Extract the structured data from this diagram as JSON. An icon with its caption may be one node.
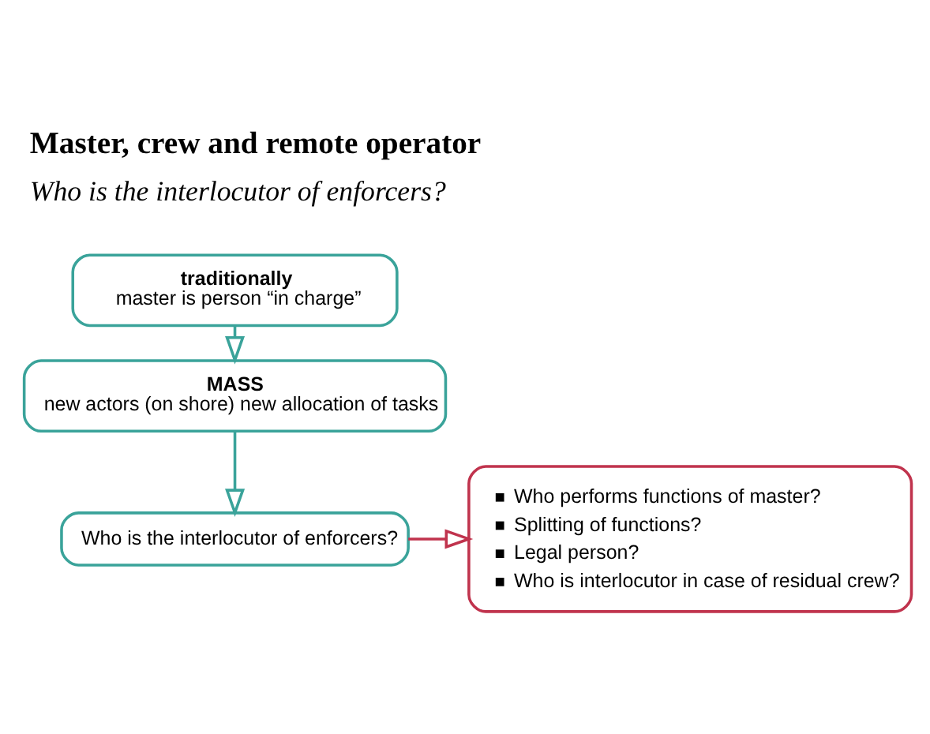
{
  "diagram": {
    "title": "Master, crew and remote operator",
    "nodes": [
      {
        "text": [
          "traditionally",
          "master is person “in charge”"
        ]
      },
      {
        "text": [
          "MASS",
          "new actors (on shore) new allocation of tasks"
        ]
      },
      {
        "text": [
          "Who is the interlocutor of enforcers?"
        ]
      },
      {
        "text": [
          "Who performs functions of master?",
          "Splitting of functions?",
          "Legal person?",
          "Who is interlocutor in case of residual crew?"
        ]
      }
    ],
    "edges": [
      {
        "from": 0,
        "to": 1,
        "arrow": "to"
      },
      {
        "from": 1,
        "to": 2,
        "arrow": "to"
      },
      {
        "from": 2,
        "to": 3,
        "arrow": "to",
        "color": "#c0334d"
      }
    ],
    "labels": [
      "Who is the interlocutor of enforcers?"
    ]
  }
}
